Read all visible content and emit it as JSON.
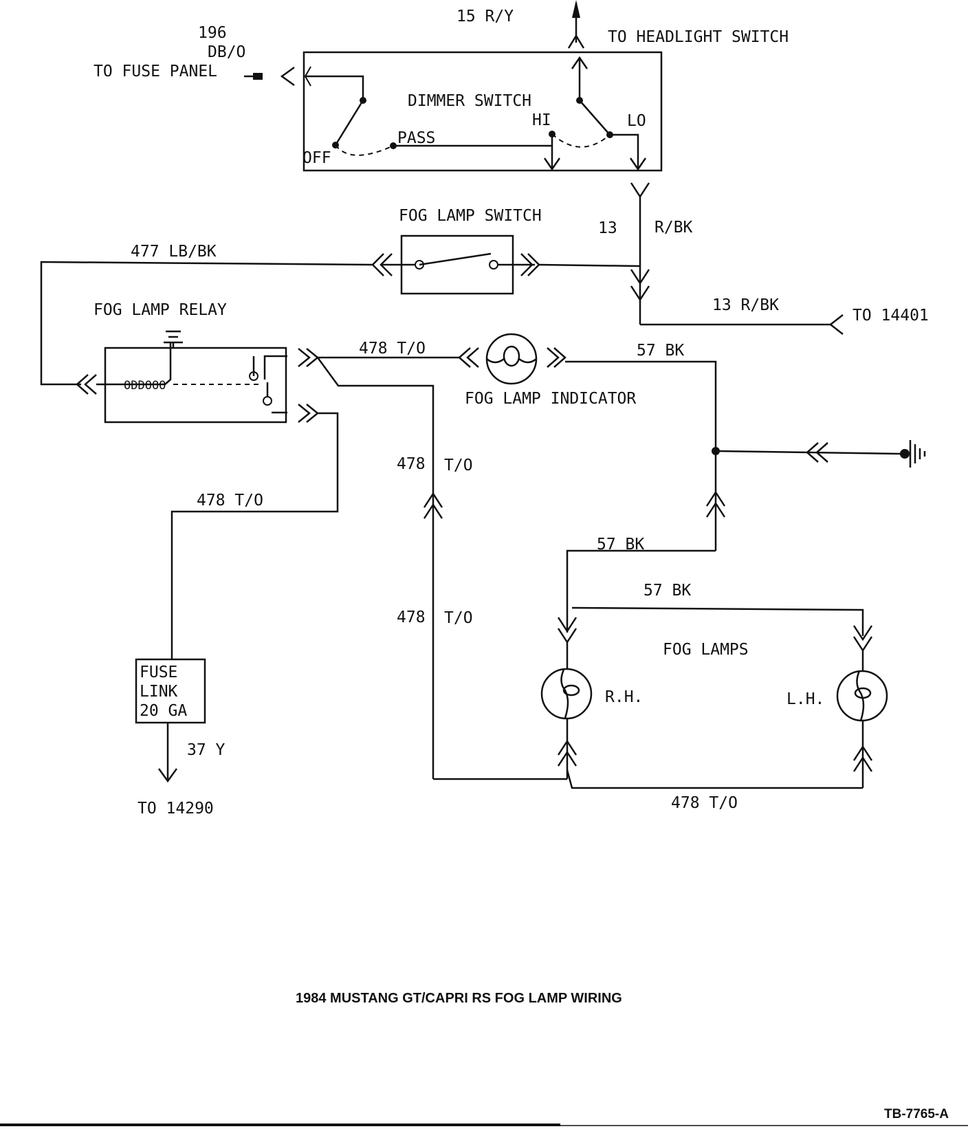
{
  "labels": {
    "wire_15": "15 R/Y",
    "to_headlight_switch": "TO HEADLIGHT SWITCH",
    "wire_196": "196",
    "wire_196_color": "DB/O",
    "to_fuse_panel": "TO FUSE PANEL",
    "dimmer_switch": "DIMMER SWITCH",
    "hi": "HI",
    "lo": "LO",
    "pass": "PASS",
    "off": "OFF",
    "fog_lamp_switch": "FOG LAMP SWITCH",
    "wire_13_num": "13",
    "wire_13_color": "R/BK",
    "wire_477": "477 LB/BK",
    "wire_13_right": "13 R/BK",
    "to_14401": "TO 14401",
    "fog_lamp_relay": "FOG LAMP RELAY",
    "coil": "ODDOOO",
    "wire_478_top": "478 T/O",
    "wire_57_top": "57 BK",
    "fog_lamp_indicator": "FOG LAMP INDICATOR",
    "wire_478_mid_num": "478",
    "wire_478_mid_color": "T/O",
    "wire_478_left": "478 T/O",
    "wire_57_mid": "57 BK",
    "wire_57_lamps": "57 BK",
    "wire_478_low_num": "478",
    "wire_478_low_color": "T/O",
    "fog_lamps": "FOG LAMPS",
    "fuse_link_1": "FUSE",
    "fuse_link_2": "LINK",
    "fuse_link_3": "20 GA",
    "rh": "R.H.",
    "lh": "L.H.",
    "wire_37": "37 Y",
    "to_14290": "TO 14290",
    "wire_478_bottom": "478 T/O",
    "caption": "1984 MUSTANG GT/CAPRI RS FOG LAMP WIRING",
    "drawing_code": "TB-7765-A"
  }
}
